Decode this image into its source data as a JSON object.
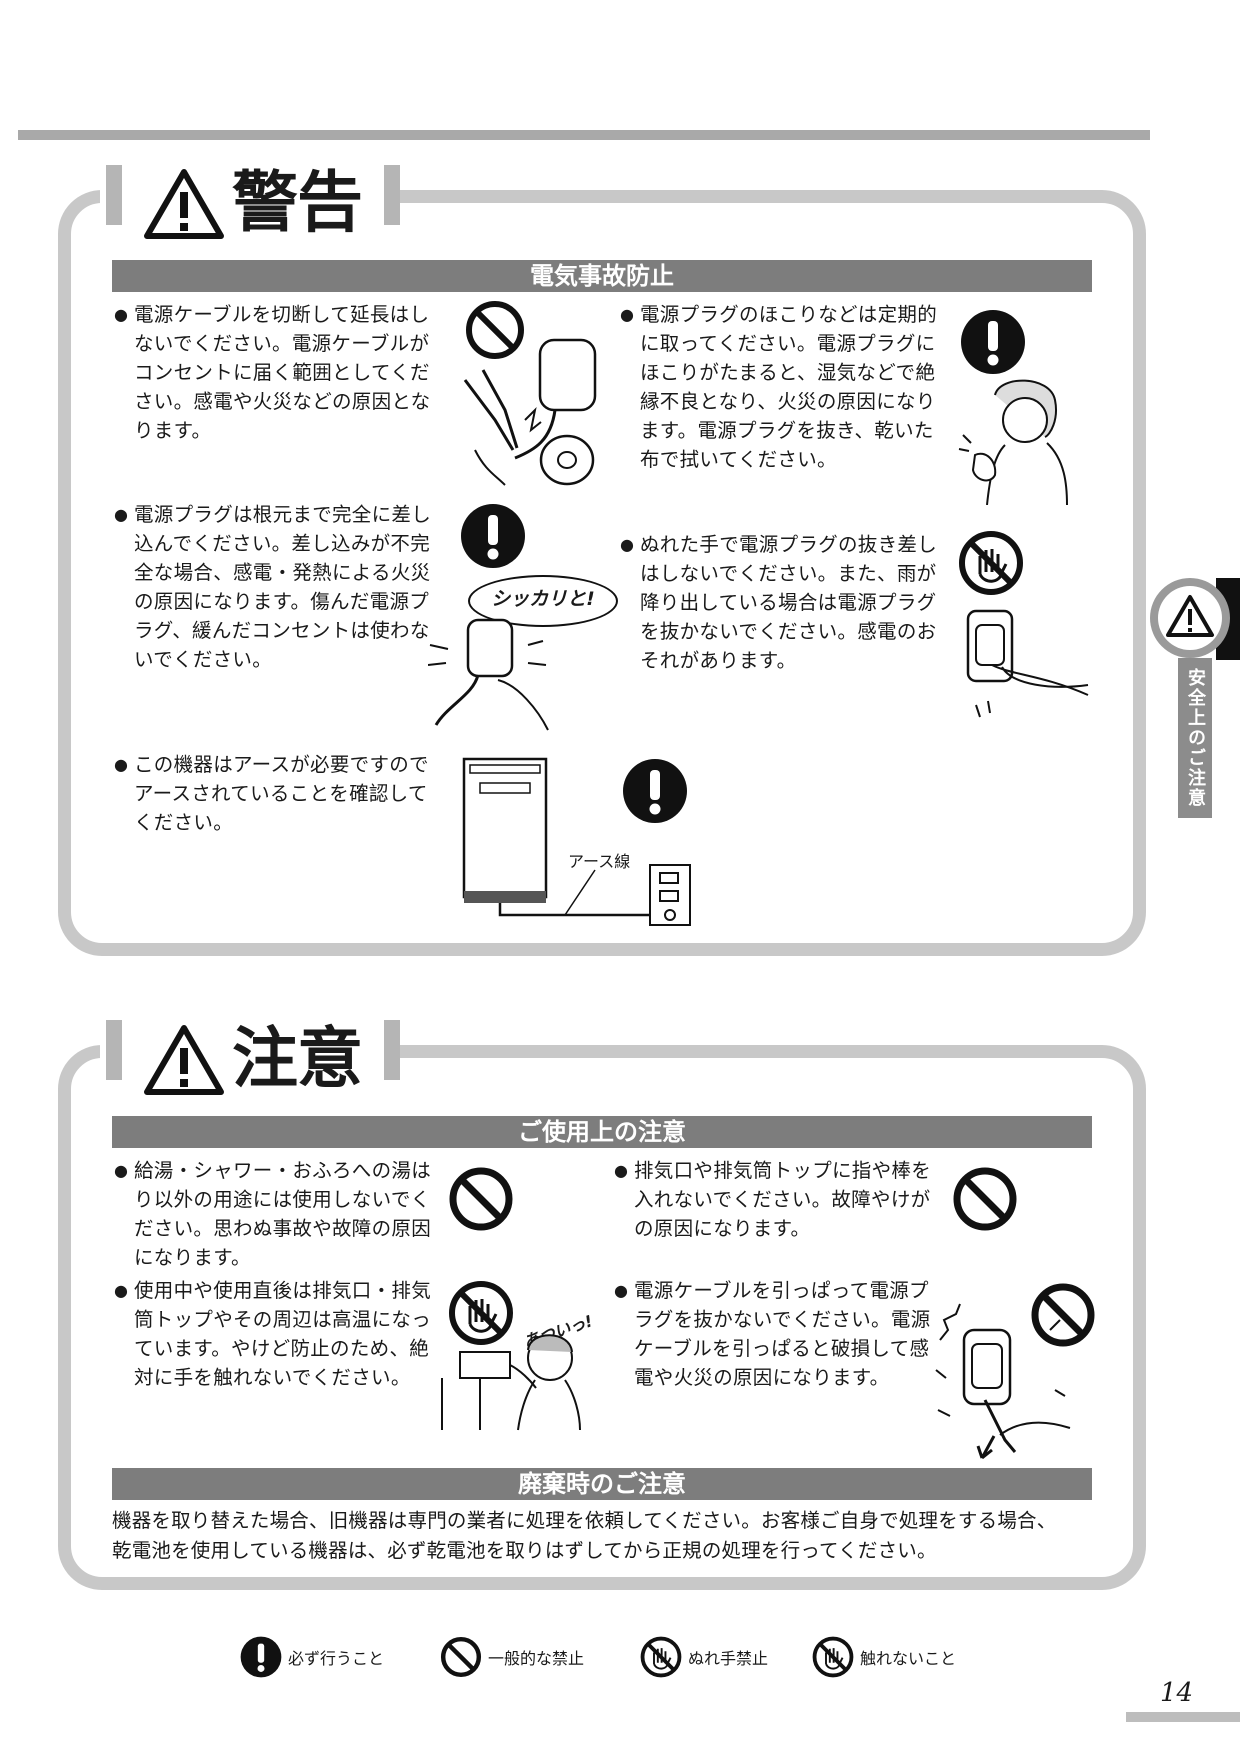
{
  "warning": {
    "title": "警告",
    "section": "電気事故防止",
    "items": [
      {
        "text": "電源ケーブルを切断して延長はしないでください。電源ケーブルがコンセントに届く範囲としてください。感電や火災などの原因となります。"
      },
      {
        "text": "電源プラグは根元まで完全に差し込んでください。差し込みが不完全な場合、感電・発熱による火災の原因になります。傷んだ電源プラグ、緩んだコンセントは使わないでください。"
      },
      {
        "text": "この機器はアースが必要ですのでアースされていることを確認してください。"
      },
      {
        "text": "電源プラグのほこりなどは定期的に取ってください。電源プラグにほこりがたまると、湿気などで絶縁不良となり、火災の原因になります。電源プラグを抜き、乾いた布で拭いてください。"
      },
      {
        "text": "ぬれた手で電源プラグの抜き差しはしないでください。また、雨が降り出している場合は電源プラグを抜かないでください。感電のおそれがあります。"
      }
    ],
    "callout": "シッカリと!",
    "earth_label": "アース線"
  },
  "caution": {
    "title": "注意",
    "section": "ご使用上の注意",
    "items": [
      {
        "text": "給湯・シャワー・おふろへの湯はり以外の用途には使用しないでください。思わぬ事故や故障の原因になります。"
      },
      {
        "text": "使用中や使用直後は排気口・排気筒トップやその周辺は高温になっています。やけど防止のため、絶対に手を触れないでください。"
      },
      {
        "text": "排気口や排気筒トップに指や棒を入れないでください。故障やけがの原因になります。"
      },
      {
        "text": "電源ケーブルを引っぱって電源プラグを抜かないでください。電源ケーブルを引っぱると破損して感電や火災の原因になります。"
      }
    ],
    "hot_exclaim": "あついっ!"
  },
  "disposal": {
    "section": "廃棄時のご注意",
    "text1": "機器を取り替えた場合、旧機器は専門の業者に処理を依頼してください。お客様ご自身で処理をする場合、",
    "text2": "乾電池を使用している機器は、必ず乾電池を取りはずしてから正規の処理を行ってください。"
  },
  "legend": [
    {
      "icon": "mandatory-icon",
      "label": "必ず行うこと"
    },
    {
      "icon": "prohibited-icon",
      "label": "一般的な禁止"
    },
    {
      "icon": "no-wet-hands-icon",
      "label": "ぬれ手禁止"
    },
    {
      "icon": "no-touch-icon",
      "label": "触れないこと"
    }
  ],
  "side_tab": "安全上のご注意",
  "page_number": "14",
  "colors": {
    "frame": "#c8c8c8",
    "section_bar": "#7d7d7d",
    "tab": "#8c8c8c"
  }
}
